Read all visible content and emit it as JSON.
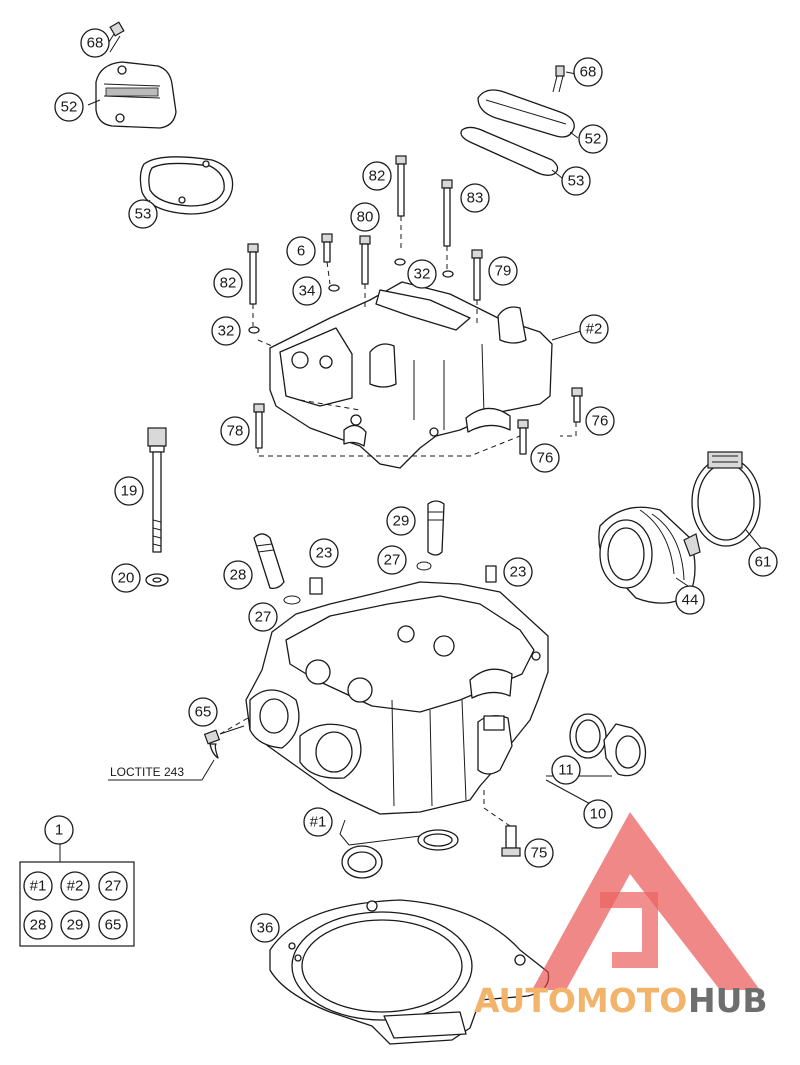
{
  "callouts": {
    "c68a": "68",
    "c52a": "52",
    "c53a": "53",
    "c68b": "68",
    "c52b": "52",
    "c53b": "53",
    "c82a": "82",
    "c83": "83",
    "c80": "80",
    "c6": "6",
    "c82b": "82",
    "c34": "34",
    "c32a": "32",
    "c79": "79",
    "c32b": "32",
    "h2": "#2",
    "c76a": "76",
    "c78": "78",
    "c76b": "76",
    "c19": "19",
    "c20": "20",
    "c29a": "29",
    "c27a": "27",
    "c23a": "23",
    "c28a": "28",
    "c23b": "23",
    "c27b": "27",
    "c61": "61",
    "c44": "44",
    "c65a": "65",
    "c11": "11",
    "c10": "10",
    "h1a": "#1",
    "c75": "75",
    "c1": "1",
    "kh1": "#1",
    "kh2": "#2",
    "k27": "27",
    "k28": "28",
    "k29": "29",
    "k65": "65",
    "c36": "36"
  },
  "loctite_note": "LOCTITE 243",
  "watermark": {
    "part1": "AUTOMOTO",
    "part2": "HUB",
    "color1": "#f2b46a",
    "color2": "#6e6e6e",
    "logo_color": "#e84545"
  }
}
